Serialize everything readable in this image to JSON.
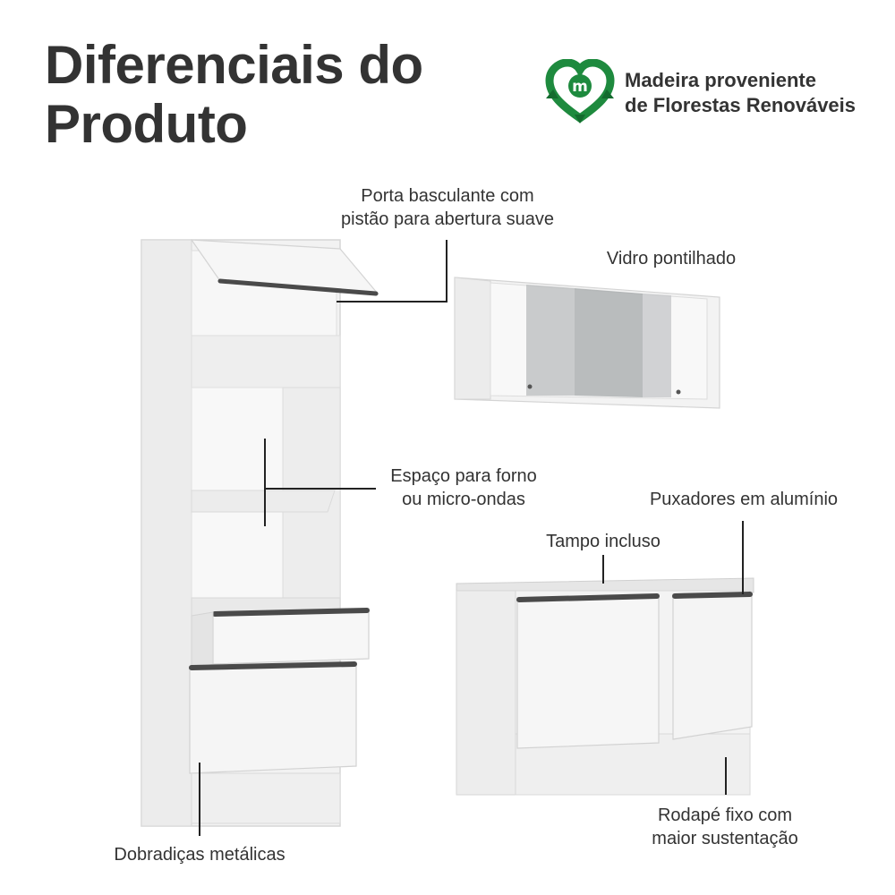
{
  "heading": {
    "line1": "Diferenciais do",
    "line2": "Produto"
  },
  "badge": {
    "icon": "recycle-m-logo-icon",
    "logo_letter": "m",
    "line1": "Madeira proveniente",
    "line2": "de Florestas Renováveis",
    "green": "#1e8a3e",
    "dark_green": "#146b2e"
  },
  "features": {
    "porta": {
      "line1": "Porta basculante com",
      "line2": "pistão para abertura suave"
    },
    "vidro": {
      "line1": "Vidro pontilhado"
    },
    "espaco": {
      "line1": "Espaço para forno",
      "line2": "ou micro-ondas"
    },
    "puxadores": {
      "line1": "Puxadores em alumínio"
    },
    "tampo": {
      "line1": "Tampo incluso"
    },
    "rodape": {
      "line1": "Rodapé fixo com",
      "line2": "maior sustentação"
    },
    "dobradicas": {
      "line1": "Dobradiças metálicas"
    }
  },
  "colors": {
    "text": "#333333",
    "cabinet": "#f2f2f2",
    "handle": "#4a4a4a",
    "glass": "#a9acae"
  }
}
